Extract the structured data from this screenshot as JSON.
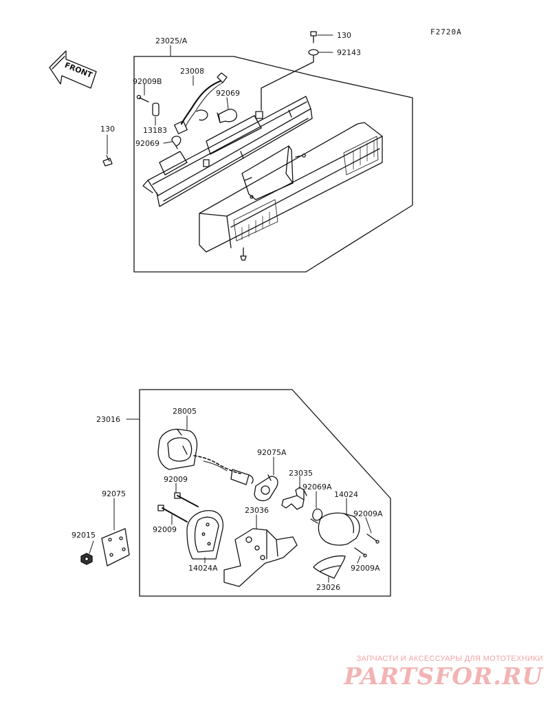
{
  "diagram_code": "F2720A",
  "front_label": "FRONT",
  "part_labels": {
    "p130_top": "130",
    "p92143": "92143",
    "p23025A": "23025/A",
    "p23008": "23008",
    "p92009B": "92009B",
    "p92069_top": "92069",
    "p13183": "13183",
    "p130_left": "130",
    "p92069_left": "92069",
    "p23016": "23016",
    "p28005": "28005",
    "p92075A": "92075A",
    "p23035": "23035",
    "p92009_a": "92009",
    "p92069A": "92069A",
    "p14024": "14024",
    "p92075": "92075",
    "p23036": "23036",
    "p92009A_a": "92009A",
    "p92009_b": "92009",
    "p92015": "92015",
    "p14024A": "14024A",
    "p92009A_b": "92009A",
    "p23026": "23026"
  },
  "watermark": {
    "tagline": "ЗАПЧАСТИ И АКСЕССУАРЫ ДЛЯ МОТОТЕХНИКИ",
    "site": "PARTSFOR.RU"
  }
}
